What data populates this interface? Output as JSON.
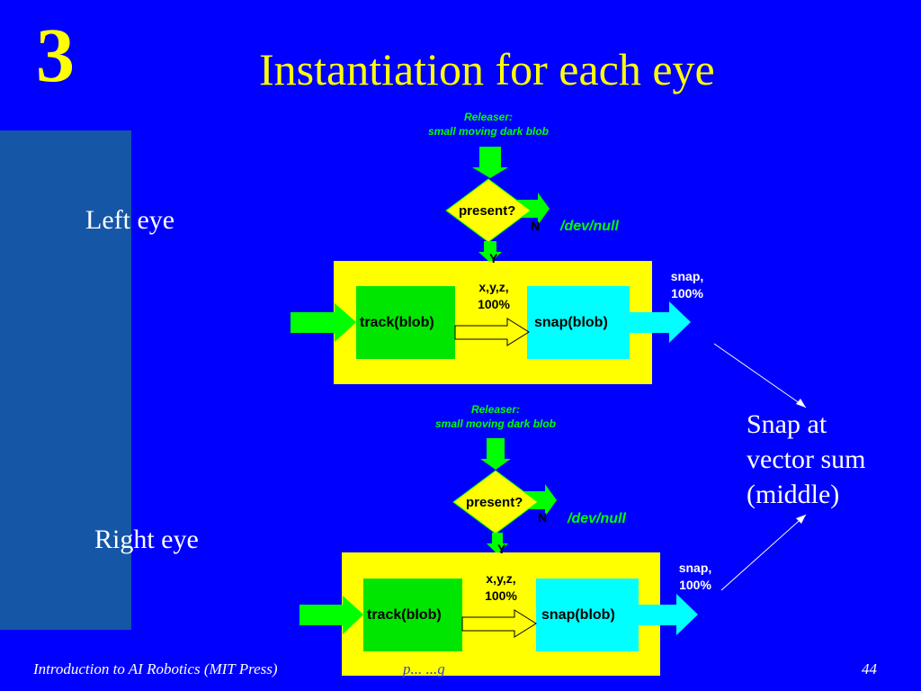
{
  "slide": {
    "number": "3",
    "title": "Instantiation for each eye"
  },
  "labels": {
    "left_eye": "Left eye",
    "right_eye": "Right eye",
    "snap_result": [
      "Snap at",
      "vector sum",
      "(middle)"
    ]
  },
  "diagrams": [
    {
      "releaser_line1": "Releaser:",
      "releaser_line2": "small moving dark blob",
      "decision": "present?",
      "no_label": "N",
      "yes_label": "Y",
      "no_target": "/dev/null",
      "track": "track(blob)",
      "snap": "snap(blob)",
      "connector_line1": "x,y,z,",
      "connector_line2": "100%",
      "output_line1": "snap,",
      "output_line2": "100%"
    },
    {
      "releaser_line1": "Releaser:",
      "releaser_line2": "small moving dark blob",
      "decision": "present?",
      "no_label": "N",
      "yes_label": "Y",
      "no_target": "/dev/null",
      "track": "track(blob)",
      "snap": "snap(blob)",
      "connector_line1": "x,y,z,",
      "connector_line2": "100%",
      "output_line1": "snap,",
      "output_line2": "100%"
    }
  ],
  "footer": {
    "left": "Introduction to AI Robotics (MIT Press)",
    "center": "p... ...g",
    "page": "44"
  },
  "colors": {
    "background": "#0000ff",
    "title": "#ffff00",
    "panel": "#1656a6",
    "yellow_box": "#ffff00",
    "track": "#00e600",
    "snap": "#00ffff",
    "arrow_green": "#00ff00",
    "decision_fill": "#ffff00",
    "devnull": "#00ff00"
  }
}
